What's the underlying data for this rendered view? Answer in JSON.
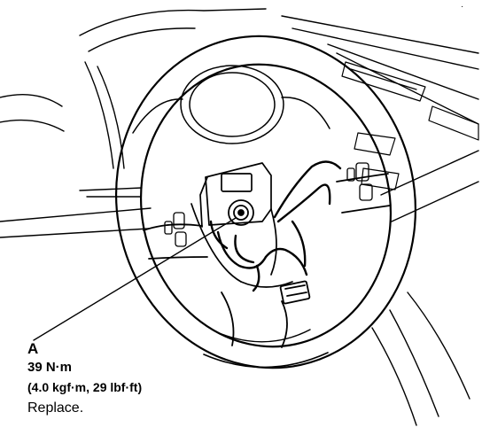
{
  "callout": {
    "letter": "A",
    "torque": "39 N·m",
    "torque_converted": "(4.0 kgf·m, 29 lbf·ft)",
    "note": "Replace."
  },
  "corner_mark": "·",
  "colors": {
    "ink": "#000000",
    "background": "#ffffff"
  },
  "icons": [
    "steering-wheel-illustration",
    "steering-bolt",
    "wiring-harness",
    "harness-connector"
  ]
}
